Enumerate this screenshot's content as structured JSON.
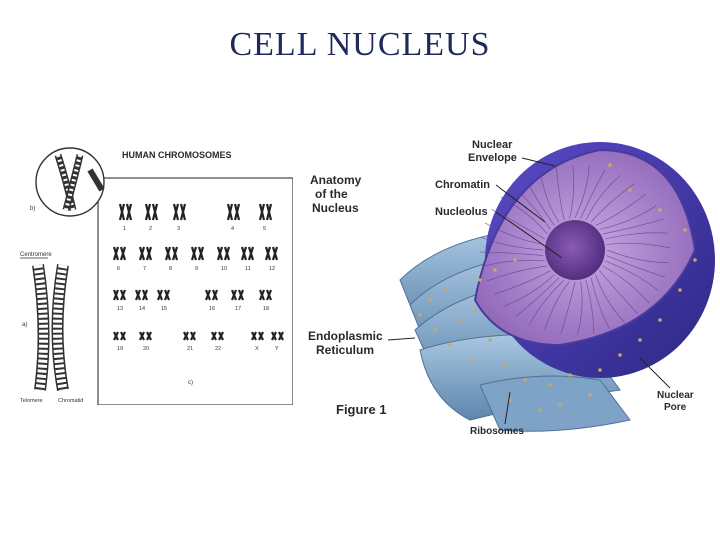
{
  "title": "CELL NUCLEUS",
  "chromosome_panel": {
    "heading": "HUMAN CHROMOSOMES",
    "labels": {
      "b": "b)",
      "a": "a)",
      "c": "c)",
      "centromere": "Centromere",
      "telomere": "Telomere",
      "chromatid": "Chromatid"
    },
    "karyotype_numbers": [
      "1",
      "2",
      "3",
      "4",
      "5",
      "6",
      "7",
      "8",
      "9",
      "10",
      "11",
      "12",
      "13",
      "14",
      "15",
      "16",
      "17",
      "18",
      "19",
      "20",
      "21",
      "22",
      "X",
      "Y"
    ]
  },
  "nucleus_diagram": {
    "heading_lines": [
      "Anatomy",
      "of the",
      "Nucleus"
    ],
    "labels": {
      "nuclear_envelope_1": "Nuclear",
      "nuclear_envelope_2": "Envelope",
      "chromatin": "Chromatin",
      "nucleolus": "Nucleolus",
      "er_1": "Endoplasmic",
      "er_2": "Reticulum",
      "nuclear_pore_1": "Nuclear",
      "nuclear_pore_2": "Pore",
      "ribosomes": "Ribosomes",
      "figure": "Figure 1"
    },
    "colors": {
      "envelope": "#4b3aa8",
      "interior": "#a27cc4",
      "nucleolus": "#6d3f99",
      "er": "#8fb3d1"
    }
  }
}
